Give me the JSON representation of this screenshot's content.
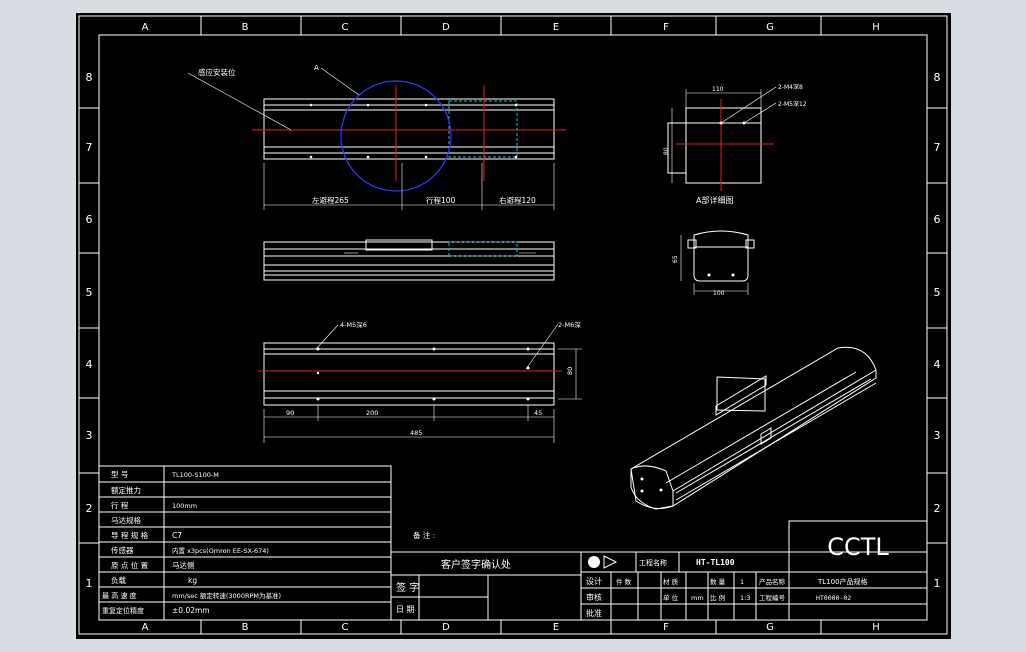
{
  "frame": {
    "cols": [
      "A",
      "B",
      "C",
      "D",
      "E",
      "F",
      "G",
      "H"
    ],
    "rows": [
      "8",
      "7",
      "6",
      "5",
      "4",
      "3",
      "2",
      "1"
    ]
  },
  "views": {
    "top": {
      "leader_a": "A",
      "leader_sensor": "感应安装位",
      "dim_left": "左避程265",
      "dim_mid": "行程100",
      "dim_right": "右避程120"
    },
    "section": {
      "caption": "A部详细图",
      "dim_top": "110",
      "dim_side": "80",
      "note1": "2-M4深8",
      "note2": "2-M5深12"
    },
    "end": {
      "dim_bottom": "100",
      "dim_side": "65"
    },
    "bottom": {
      "note_left": "4-M5深6",
      "note_right": "2-M6深",
      "dim_a": "90",
      "dim_b": "200",
      "dim_c": "45",
      "dim_total": "485",
      "dim_height": "80"
    }
  },
  "spec_table": [
    {
      "label": "型 号",
      "value": "TL100-S100-M"
    },
    {
      "label": "额定推力",
      "value": ""
    },
    {
      "label": "行 程",
      "value": "100mm"
    },
    {
      "label": "马达规格",
      "value": ""
    },
    {
      "label": "导 程 规 格",
      "value": "C7"
    },
    {
      "label": "传感器",
      "value": "内置 x3pcs(Omron EE-SX-674)"
    },
    {
      "label": "原 点 位 置",
      "value": "马达侧"
    },
    {
      "label": "负载",
      "value": "kg"
    },
    {
      "label": "最 高 速 度",
      "value": "mm/sec 额定转速(3000RPM为基准)"
    },
    {
      "label": "重复定位精度",
      "value": "±0.02mm"
    }
  ],
  "title_block": {
    "remark_label": "备 注 :",
    "confirm_label": "客户签字确认处",
    "sign_label": "签 字",
    "date_label": "日 期",
    "project_label": "工程名称",
    "project_value": "HT-TL100",
    "company": "CCTL",
    "design_label": "设计",
    "review_label": "审核",
    "approve_label": "批准",
    "scale_label": "比 例",
    "scale_value": "1:3",
    "unit_label": "单 位",
    "unit_value": "mm",
    "product_name_label": "产品名称",
    "product_name_value": "TL100产品规格",
    "drawing_no_label": "工程编号",
    "drawing_no_value": "HT0000-02",
    "material_label": "材 质",
    "material_value": "",
    "qty_label": "数 量",
    "qty_value": "1",
    "quantity_col": "件 数"
  }
}
